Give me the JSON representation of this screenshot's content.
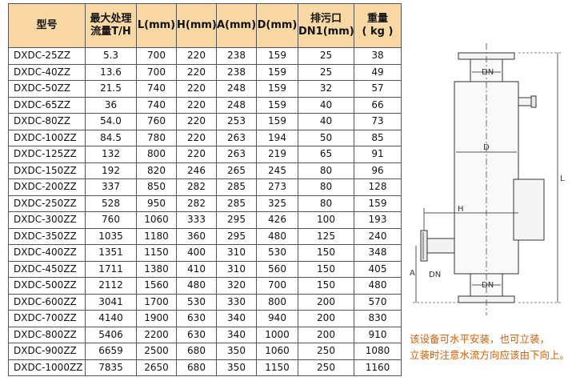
{
  "headers": {
    "model": "型号",
    "flow": [
      "最大处理",
      "流量T/H"
    ],
    "L": "L(mm)",
    "H": "H(mm)",
    "A": "A(mm)",
    "D": "D(mm)",
    "drain": [
      "排污口",
      "DN1(mm)"
    ],
    "weight": [
      "重量",
      "( kg )"
    ]
  },
  "rows": [
    [
      "DXDC-25ZZ",
      "5.3",
      "700",
      "220",
      "238",
      "159",
      "25",
      "38"
    ],
    [
      "DXDC-40ZZ",
      "13.6",
      "700",
      "220",
      "238",
      "159",
      "25",
      "49"
    ],
    [
      "DXDC-50ZZ",
      "21.5",
      "740",
      "220",
      "248",
      "159",
      "32",
      "57"
    ],
    [
      "DXDC-65ZZ",
      "36",
      "740",
      "220",
      "248",
      "159",
      "40",
      "66"
    ],
    [
      "DXDC-80ZZ",
      "54.0",
      "760",
      "220",
      "253",
      "159",
      "40",
      "73"
    ],
    [
      "DXDC-100ZZ",
      "84.5",
      "780",
      "220",
      "263",
      "194",
      "50",
      "85"
    ],
    [
      "DXDC-125ZZ",
      "132",
      "800",
      "220",
      "263",
      "219",
      "65",
      "91"
    ],
    [
      "DXDC-150ZZ",
      "192",
      "820",
      "246",
      "265",
      "245",
      "80",
      "96"
    ],
    [
      "DXDC-200ZZ",
      "337",
      "850",
      "282",
      "285",
      "273",
      "80",
      "128"
    ],
    [
      "DXDC-250ZZ",
      "528",
      "950",
      "282",
      "285",
      "325",
      "80",
      "159"
    ],
    [
      "DXDC-300ZZ",
      "760",
      "1060",
      "333",
      "295",
      "426",
      "100",
      "193"
    ],
    [
      "DXDC-350ZZ",
      "1035",
      "1180",
      "360",
      "295",
      "480",
      "125",
      "240"
    ],
    [
      "DXDC-400ZZ",
      "1351",
      "1150",
      "400",
      "310",
      "530",
      "150",
      "348"
    ],
    [
      "DXDC-450ZZ",
      "1711",
      "1380",
      "410",
      "310",
      "560",
      "150",
      "405"
    ],
    [
      "DXDC-500ZZ",
      "2112",
      "1560",
      "480",
      "320",
      "700",
      "150",
      "480"
    ],
    [
      "DXDC-600ZZ",
      "3041",
      "1700",
      "530",
      "330",
      "800",
      "200",
      "570"
    ],
    [
      "DXDC-700ZZ",
      "4140",
      "1900",
      "630",
      "340",
      "940",
      "200",
      "830"
    ],
    [
      "DXDC-800ZZ",
      "5406",
      "2200",
      "630",
      "340",
      "1000",
      "200",
      "910"
    ],
    [
      "DXDC-900ZZ",
      "6659",
      "2500",
      "680",
      "350",
      "1060",
      "250",
      "1080"
    ],
    [
      "DXDC-1000ZZ",
      "7835",
      "2650",
      "680",
      "350",
      "1150",
      "250",
      "1160"
    ]
  ],
  "diagram": {
    "dn_top": "DN",
    "dn_bottom": "DN",
    "dn_side": "DN",
    "d_label": "D",
    "l_label": "L",
    "h_label": "H",
    "a_label": "A"
  },
  "note": {
    "line1": "该设备可水平安装，也可立装，",
    "line2": "立装时注意水流方向应该由下向上。"
  },
  "colors": {
    "header_bg": "#f9d8a3",
    "note_text": "#d95c00"
  }
}
